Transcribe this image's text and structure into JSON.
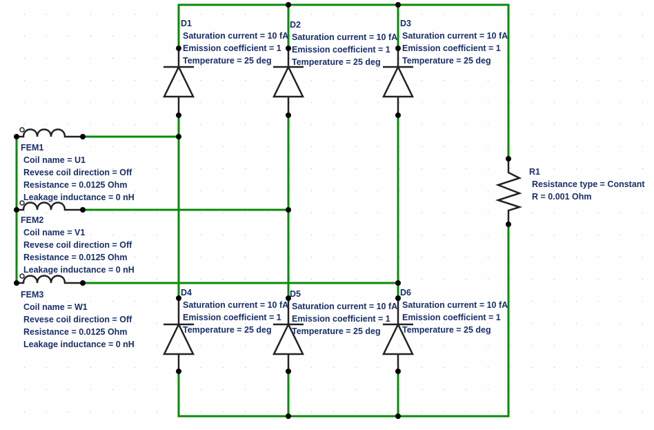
{
  "colors": {
    "wire": "#0a8a0a",
    "component": "#222222",
    "node": "#000000",
    "label": "#1a2f6a",
    "grid": "#b0b0b0"
  },
  "diodes": [
    {
      "name": "D1",
      "params": [
        "Saturation current = 10 fA",
        "Emission coefficient = 1",
        "Temperature = 25 deg"
      ]
    },
    {
      "name": "D2",
      "params": [
        "Saturation current = 10 fA",
        "Emission coefficient = 1",
        "Temperature = 25 deg"
      ]
    },
    {
      "name": "D3",
      "params": [
        "Saturation current = 10 fA",
        "Emission coefficient = 1",
        "Temperature = 25 deg"
      ]
    },
    {
      "name": "D4",
      "params": [
        "Saturation current = 10 fA",
        "Emission coefficient = 1",
        "Temperature = 25 deg"
      ]
    },
    {
      "name": "D5",
      "params": [
        "Saturation current = 10 fA",
        "Emission coefficient = 1",
        "Temperature = 25 deg"
      ]
    },
    {
      "name": "D6",
      "params": [
        "Saturation current = 10 fA",
        "Emission coefficient = 1",
        "Temperature = 25 deg"
      ]
    }
  ],
  "coils": [
    {
      "name": "FEM1",
      "params": [
        "Coil name = U1",
        "Revese coil direction = Off",
        "Resistance = 0.0125 Ohm",
        "Leakage inductance = 0 nH"
      ]
    },
    {
      "name": "FEM2",
      "params": [
        "Coil name = V1",
        "Revese coil direction = Off",
        "Resistance = 0.0125 Ohm",
        "Leakage inductance = 0 nH"
      ]
    },
    {
      "name": "FEM3",
      "params": [
        "Coil name = W1",
        "Revese coil direction = Off",
        "Resistance = 0.0125 Ohm",
        "Leakage inductance = 0 nH"
      ]
    }
  ],
  "resistor": {
    "name": "R1",
    "params": [
      "Resistance type = Constant",
      "R = 0.001 Ohm"
    ]
  }
}
